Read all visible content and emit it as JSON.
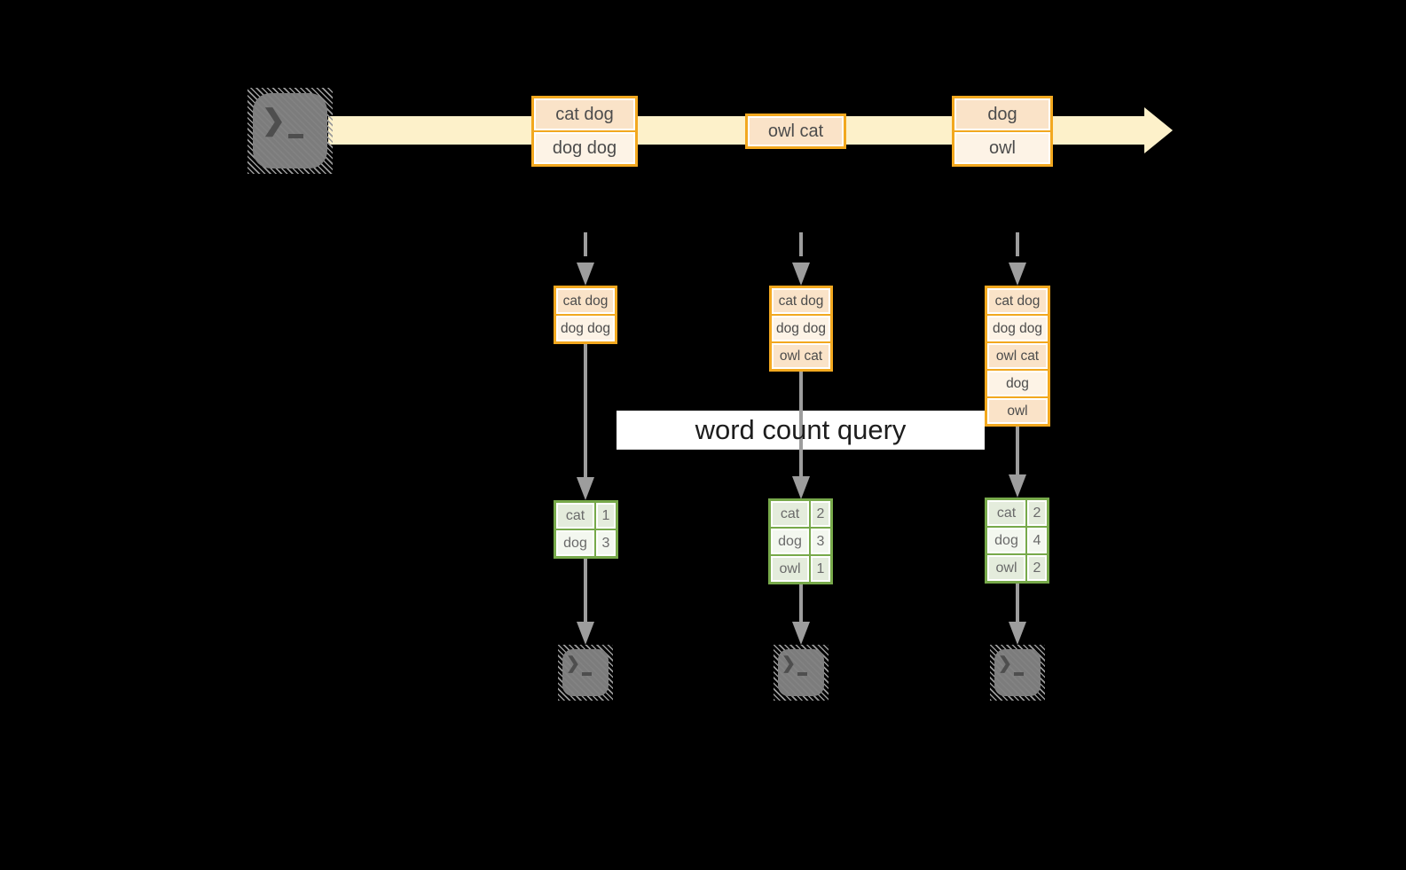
{
  "banner": {
    "label": "word count query"
  },
  "stream": {
    "events": [
      {
        "rows": [
          "cat dog",
          "dog dog"
        ]
      },
      {
        "rows": [
          "owl cat"
        ]
      },
      {
        "rows": [
          "dog",
          "owl"
        ]
      }
    ]
  },
  "columns": [
    {
      "batch": {
        "rows": [
          "cat dog",
          "dog dog"
        ]
      },
      "counts": {
        "rows": [
          {
            "word": "cat",
            "count": "1"
          },
          {
            "word": "dog",
            "count": "3"
          }
        ]
      }
    },
    {
      "batch": {
        "rows": [
          "cat dog",
          "dog dog",
          "owl cat"
        ]
      },
      "counts": {
        "rows": [
          {
            "word": "cat",
            "count": "2"
          },
          {
            "word": "dog",
            "count": "3"
          },
          {
            "word": "owl",
            "count": "1"
          }
        ]
      }
    },
    {
      "batch": {
        "rows": [
          "cat dog",
          "dog dog",
          "owl cat",
          "dog",
          "owl"
        ]
      },
      "counts": {
        "rows": [
          {
            "word": "cat",
            "count": "2"
          },
          {
            "word": "dog",
            "count": "4"
          },
          {
            "word": "owl",
            "count": "2"
          }
        ]
      }
    }
  ],
  "icons": {
    "terminal_prompt": "❯"
  },
  "colors": {
    "background": "#000000",
    "stream_band": "#fdf1ca",
    "orange_border": "#f2a81f",
    "cell_peach": "#fae3c8",
    "cell_cream": "#fdf3e6",
    "green_border": "#77a94a",
    "green_cell_dark": "#e4ecdc",
    "green_cell_light": "#f3f7ef",
    "arrow_gray": "#9d9d9d",
    "terminal_gray": "#7c7c7c",
    "banner_bg": "#ffffff",
    "banner_text": "#1d1d1d"
  }
}
